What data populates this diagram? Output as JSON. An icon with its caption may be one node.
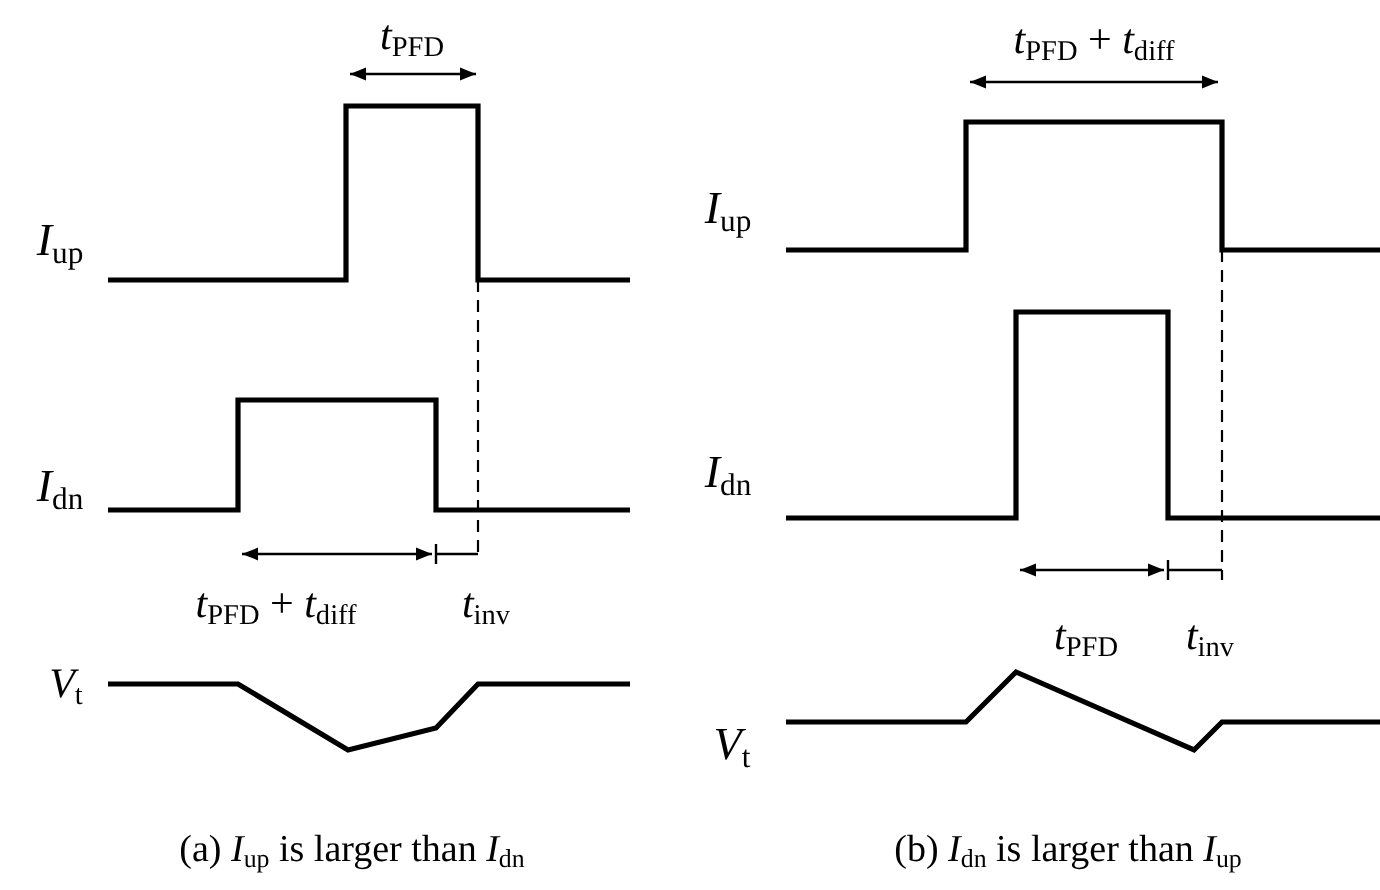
{
  "diagram": {
    "labels": [
      "*t*$_{PFD}$",
      "*t*$_{PFD}$ + *t*$_{diff}$",
      "*I*$_{up}$",
      "*I*$_{up}$",
      "*I*$_{dn}$",
      "*I*$_{dn}$",
      "*t*$_{PFD}$ + *t*$_{diff}$",
      "*t*$_{inv}$",
      "*t*$_{PFD}$",
      "*t*$_{inv}$",
      "*V*$_{t}$",
      "*V*$_{t}$",
      "(a) *I*$_{up}$ is larger than *I*$_{dn}$",
      "(b) *I*$_{dn}$ is larger than *I*$_{up}$"
    ]
  }
}
